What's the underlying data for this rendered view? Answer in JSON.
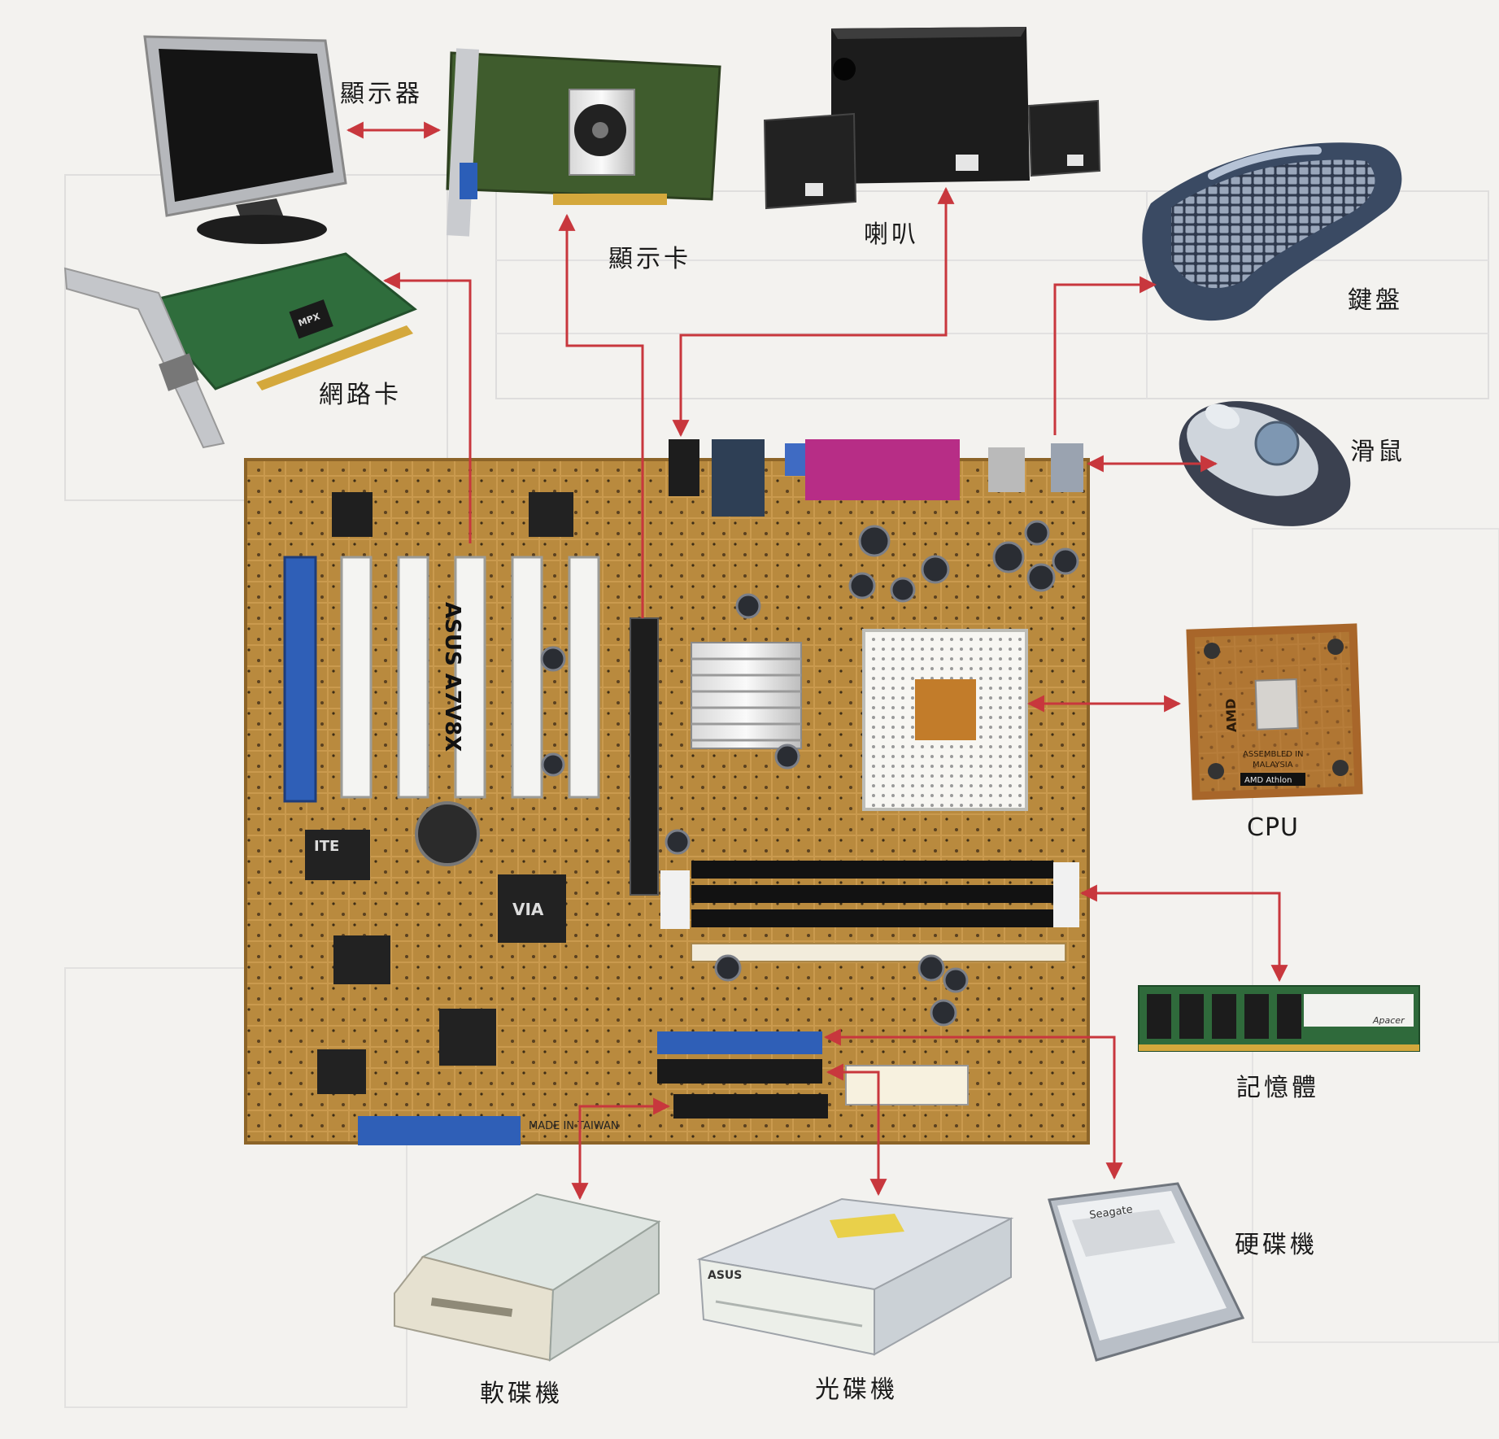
{
  "labels": {
    "monitor": "顯示器",
    "graphics_card": "顯示卡",
    "speaker": "喇叭",
    "keyboard": "鍵盤",
    "network_card": "網路卡",
    "mouse": "滑鼠",
    "cpu": "CPU",
    "memory": "記憶體",
    "hard_disk": "硬碟機",
    "floppy_drive": "軟碟機",
    "optical_drive": "光碟機"
  },
  "photo_text": {
    "board_brand": "ASUS A7V8X",
    "board_made_in": "MADE IN TAIWAN",
    "cpu_brand": "AMD",
    "cpu_model": "AMD Athlon",
    "cpu_assembled": "ASSEMBLED IN",
    "cpu_country": "MALAYSIA",
    "memory_brand": "Apacer",
    "optical_brand": "ASUS",
    "hdd_brand": "Seagate",
    "chip_via": "VIA",
    "chip_ite": "ITE",
    "chip_mpx": "MPX"
  },
  "colors": {
    "arrow": "#c8373d",
    "board": "#b98a3e",
    "board_trace": "#d9a85a",
    "slot_white": "#f4f4f2",
    "slot_blue": "#2f5fb7"
  }
}
